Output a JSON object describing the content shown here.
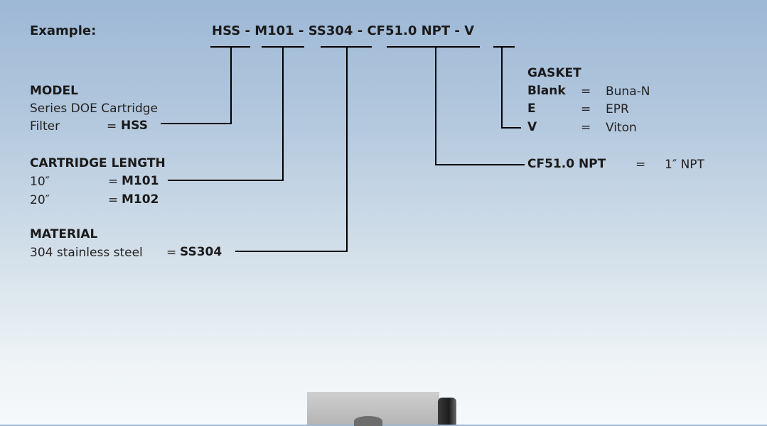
{
  "example_label": "Example:",
  "part_number": {
    "segments": [
      "HSS",
      "M101",
      "SS304",
      "CF51.0 NPT",
      "V"
    ],
    "separator": " - "
  },
  "model": {
    "heading": "MODEL",
    "line1": "Series DOE Cartridge",
    "label": "Filter",
    "equals": "=",
    "code": "HSS"
  },
  "cartridge_length": {
    "heading": "CARTRIDGE LENGTH",
    "options": [
      {
        "label": "10″",
        "equals": "=",
        "code": "M101"
      },
      {
        "label": "20″",
        "equals": "=",
        "code": "M102"
      }
    ]
  },
  "material": {
    "heading": "MATERIAL",
    "label": "304 stainless steel",
    "equals": "=",
    "code": "SS304"
  },
  "gasket": {
    "heading": "GASKET",
    "options": [
      {
        "code": "Blank",
        "equals": "=",
        "value": "Buna-N"
      },
      {
        "code": "E",
        "equals": "=",
        "value": "EPR"
      },
      {
        "code": "V",
        "equals": "=",
        "value": "Viton"
      }
    ]
  },
  "connection": {
    "code": "CF51.0 NPT",
    "equals": "=",
    "value": "1″ NPT"
  },
  "colors": {
    "background_top": "#9db8d6",
    "background_bottom": "#f6f9fb",
    "text": "#1a1a1a",
    "line": "#000000"
  }
}
